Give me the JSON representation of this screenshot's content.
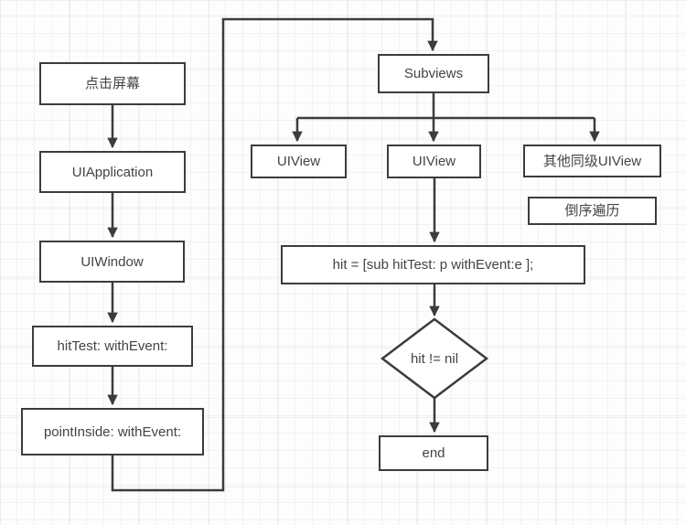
{
  "diagram": {
    "kind": "flowchart",
    "colors": {
      "node_border": "#3c3c3c",
      "node_fill": "#ffffff",
      "connector": "#3c3c3c",
      "text": "#434343",
      "grid_line": "#ececec",
      "background": "#fdfdfd"
    },
    "nodes": {
      "tap_screen": {
        "label": "点击屏幕",
        "shape": "rect"
      },
      "uiapplication": {
        "label": "UIApplication",
        "shape": "rect"
      },
      "uiwindow": {
        "label": "UIWindow",
        "shape": "rect"
      },
      "hittest": {
        "label": "hitTest: withEvent:",
        "shape": "rect"
      },
      "pointinside": {
        "label": "pointInside: withEvent:",
        "shape": "rect"
      },
      "subviews": {
        "label": "Subviews",
        "shape": "rect"
      },
      "uiview_left": {
        "label": "UIView",
        "shape": "rect"
      },
      "uiview_middle": {
        "label": "UIView",
        "shape": "rect"
      },
      "sibling_uiviews": {
        "label": "其他同级UIView",
        "shape": "rect"
      },
      "reverse_traversal": {
        "label": "倒序遍历",
        "shape": "rect"
      },
      "hit_assignment": {
        "label": "hit = [sub hitTest: p withEvent:e ];",
        "shape": "rect"
      },
      "hit_not_nil": {
        "label": "hit != nil",
        "shape": "diamond"
      },
      "end": {
        "label": "end",
        "shape": "rect"
      }
    },
    "edges": [
      {
        "from": "tap_screen",
        "to": "uiapplication"
      },
      {
        "from": "uiapplication",
        "to": "uiwindow"
      },
      {
        "from": "uiwindow",
        "to": "hittest"
      },
      {
        "from": "hittest",
        "to": "pointinside"
      },
      {
        "from": "pointinside",
        "to": "subviews"
      },
      {
        "from": "subviews",
        "to": "uiview_left"
      },
      {
        "from": "subviews",
        "to": "uiview_middle"
      },
      {
        "from": "subviews",
        "to": "sibling_uiviews"
      },
      {
        "from": "uiview_middle",
        "to": "hit_assignment"
      },
      {
        "from": "hit_assignment",
        "to": "hit_not_nil"
      },
      {
        "from": "hit_not_nil",
        "to": "end"
      }
    ]
  }
}
